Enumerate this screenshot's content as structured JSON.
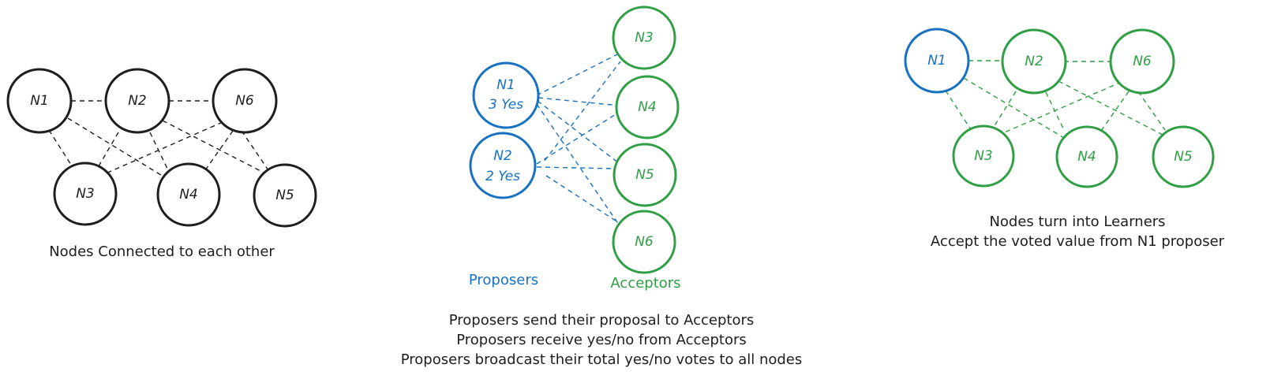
{
  "colors": {
    "black": "#1e1e1e",
    "blue": "#1971c2",
    "green": "#2f9e44"
  },
  "panel1": {
    "caption": "Nodes Connected to each other",
    "nodes": [
      {
        "id": "n1",
        "label": "N1"
      },
      {
        "id": "n2",
        "label": "N2"
      },
      {
        "id": "n6",
        "label": "N6"
      },
      {
        "id": "n3",
        "label": "N3"
      },
      {
        "id": "n4",
        "label": "N4"
      },
      {
        "id": "n5",
        "label": "N5"
      }
    ]
  },
  "panel2": {
    "proposers_label": "Proposers",
    "acceptors_label": "Acceptors",
    "proposers": [
      {
        "id": "n1",
        "label": "N1",
        "votes": "3 Yes"
      },
      {
        "id": "n2",
        "label": "N2",
        "votes": "2 Yes"
      }
    ],
    "acceptors": [
      {
        "id": "n3",
        "label": "N3"
      },
      {
        "id": "n4",
        "label": "N4"
      },
      {
        "id": "n5",
        "label": "N5"
      },
      {
        "id": "n6",
        "label": "N6"
      }
    ],
    "caption_lines": [
      "Proposers send their proposal to Acceptors",
      "Proposers receive yes/no from Acceptors",
      "Proposers broadcast their total yes/no votes to all nodes"
    ]
  },
  "panel3": {
    "nodes": [
      {
        "id": "n1",
        "label": "N1"
      },
      {
        "id": "n2",
        "label": "N2"
      },
      {
        "id": "n6",
        "label": "N6"
      },
      {
        "id": "n3",
        "label": "N3"
      },
      {
        "id": "n4",
        "label": "N4"
      },
      {
        "id": "n5",
        "label": "N5"
      }
    ],
    "caption_lines": [
      "Nodes turn into Learners",
      "Accept the voted value from N1 proposer"
    ]
  }
}
